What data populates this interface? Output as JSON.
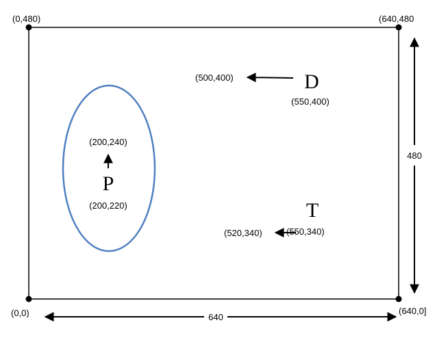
{
  "canvas": {
    "corner_top_left": "(0,480)",
    "corner_top_right": "(640,480",
    "corner_bottom_left": "(0,0)",
    "corner_bottom_right": "(640,0]",
    "width_label": "640",
    "height_label": "480"
  },
  "entities": {
    "p": {
      "letter": "P",
      "label_from": "(200,220)",
      "label_to": "(200,240)"
    },
    "d": {
      "letter": "D",
      "label_from": "(550,400)",
      "label_to": "(500,400)"
    },
    "t": {
      "letter": "T",
      "label_from": "(550,340)",
      "label_to": "(520,340)"
    }
  },
  "colors": {
    "ellipse_stroke": "#4f7fbf",
    "line": "#000000"
  }
}
